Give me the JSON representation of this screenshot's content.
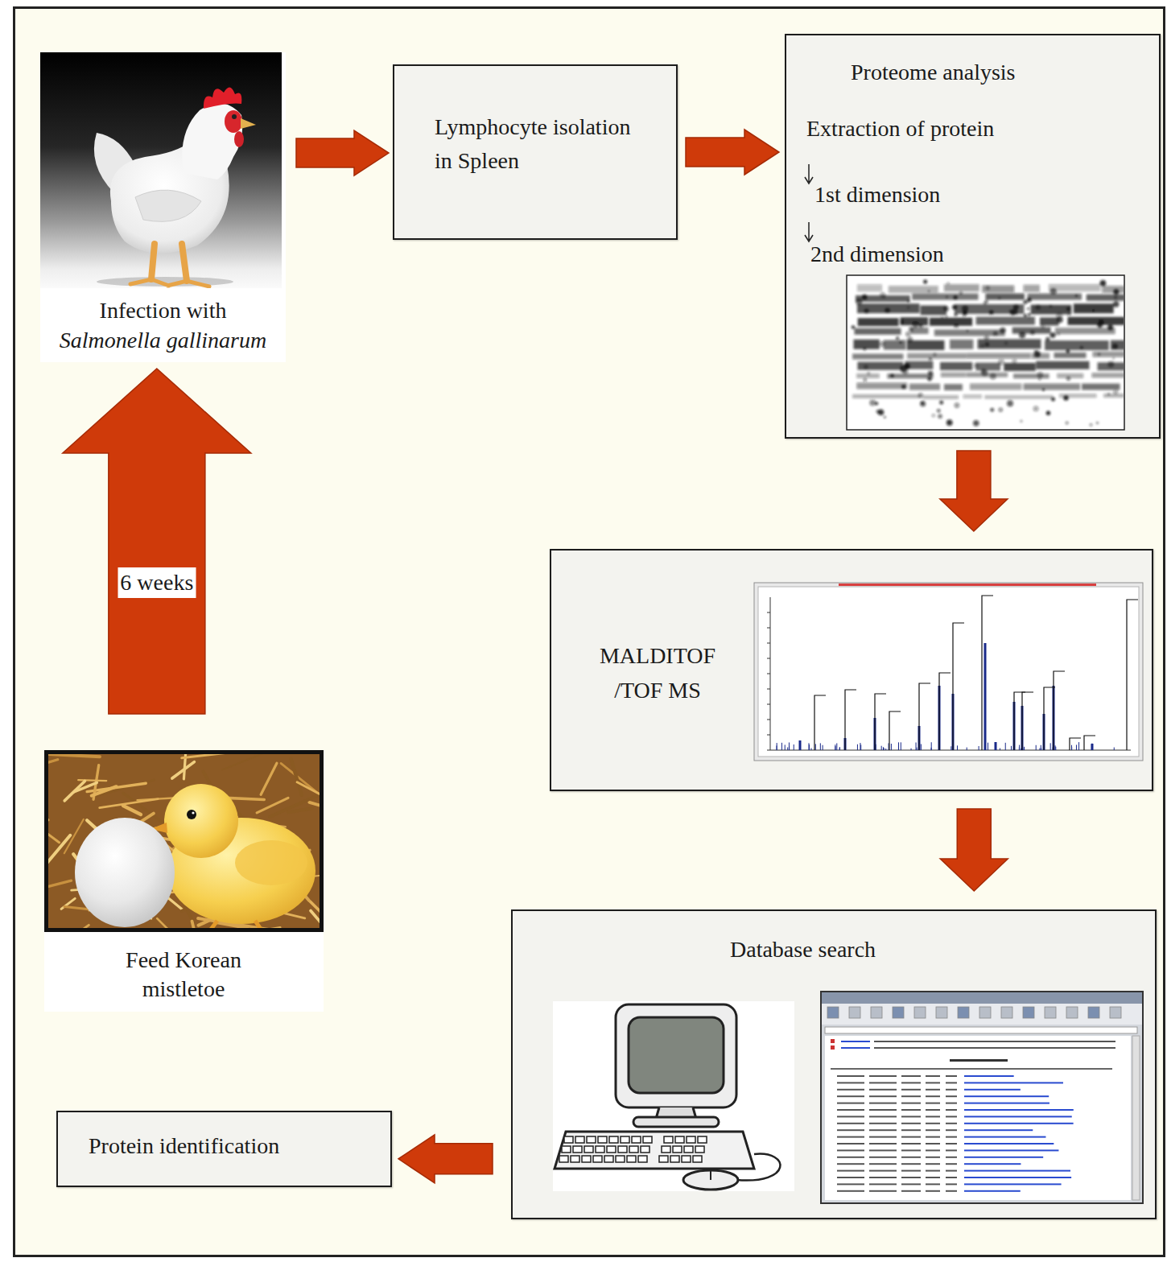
{
  "diagram": {
    "nodes": [
      {
        "text": [
          "Infection with",
          "Salmonella gallinarum"
        ]
      },
      {
        "text": [
          "Lymphocyte isolation in Spleen"
        ]
      },
      {
        "text": [
          "Proteome analysis",
          "Extraction of protein",
          "1st dimension",
          "2nd dimension"
        ]
      },
      {
        "text": [
          "MALDITOF /TOF MS"
        ]
      },
      {
        "text": [
          "Feed Korean mistletoe"
        ]
      },
      {
        "text": [
          "Database search"
        ]
      },
      {
        "text": [
          "Protein identification"
        ]
      }
    ],
    "edges": [
      {
        "from": 4,
        "to": 0,
        "arrow": "to",
        "label": "6 weeks"
      },
      {
        "from": 0,
        "to": 1,
        "arrow": "to"
      },
      {
        "from": 1,
        "to": 2,
        "arrow": "to"
      },
      {
        "from": 2,
        "to": 3,
        "arrow": "to"
      },
      {
        "from": 3,
        "to": 5,
        "arrow": "to"
      },
      {
        "from": 5,
        "to": 6,
        "arrow": "to"
      }
    ]
  }
}
